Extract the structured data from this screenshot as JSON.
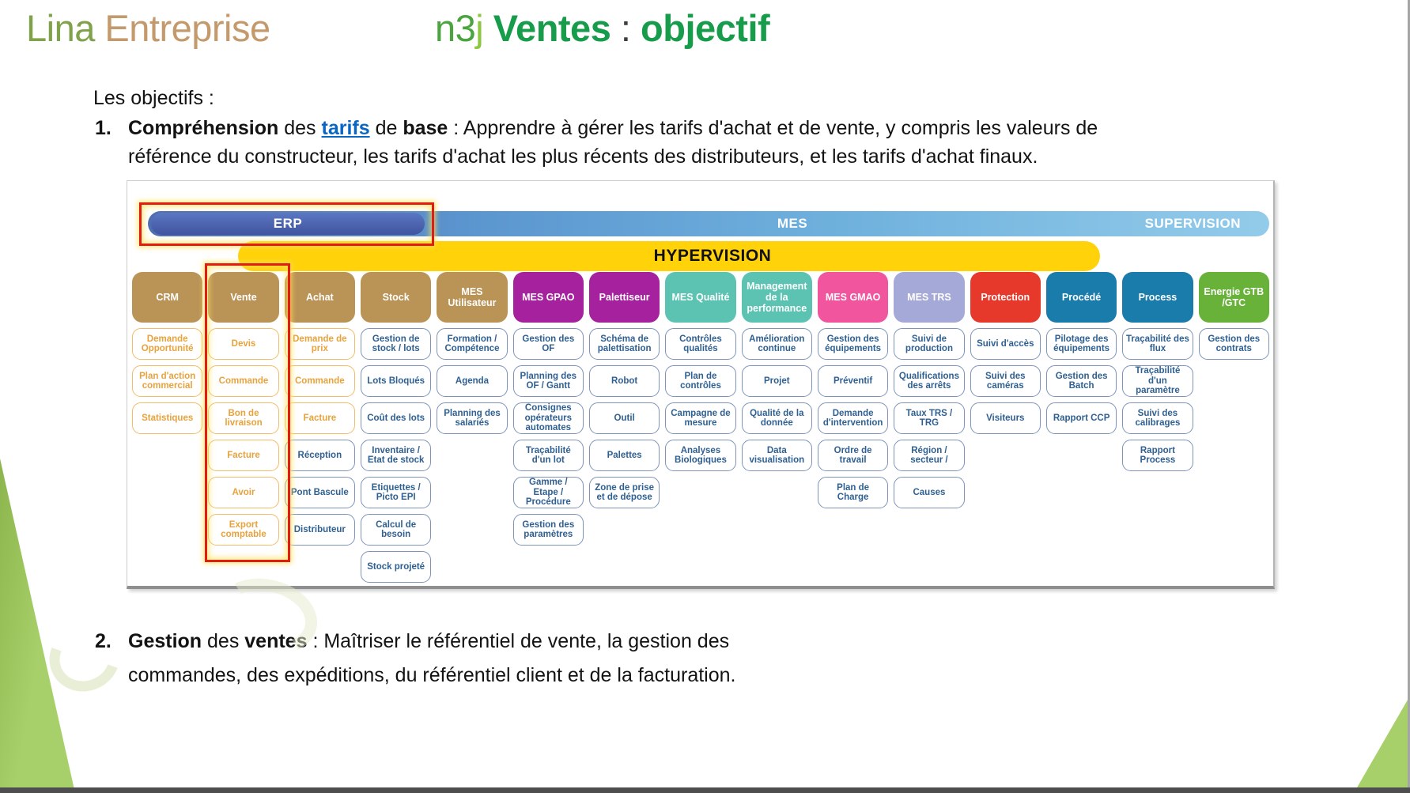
{
  "header": {
    "brand_segments": [
      {
        "text": "Lina ",
        "color": "#7fa24b"
      },
      {
        "text": "Entreprise",
        "color": "#c49a6c"
      }
    ],
    "title_segments": [
      {
        "text": "n3",
        "color": "#4aa53f"
      },
      {
        "text": "j",
        "color": "#8dc63f"
      },
      {
        "text": " ",
        "color": "#131313"
      },
      {
        "text": "Ventes",
        "color": "#169c4b",
        "bold": true
      },
      {
        "text": " : ",
        "color": "#3d3d3d"
      },
      {
        "text": "objectif",
        "color": "#169c4b",
        "bold": true
      }
    ]
  },
  "intro_label": "Les objectifs :",
  "objectives": [
    {
      "number": "1.",
      "segments": [
        {
          "text": "Compréhension",
          "bold": true
        },
        {
          "text": " des "
        },
        {
          "text": "tarifs",
          "link": true
        },
        {
          "text": " de "
        },
        {
          "text": "base",
          "bold": true
        },
        {
          "text": " : Apprendre à gérer les tarifs d'achat et de vente, y compris les valeurs de référence du constructeur, les tarifs d'achat les plus récents des distributeurs, et les tarifs d'achat finaux."
        }
      ]
    },
    {
      "number": "2.",
      "segments": [
        {
          "text": "Gestion",
          "bold": true
        },
        {
          "text": " des "
        },
        {
          "text": "ventes",
          "bold": true
        },
        {
          "text": " : Maîtriser le référentiel de vente, la gestion des commandes, des expéditions, du référentiel client et de la facturation."
        }
      ]
    }
  ],
  "diagram": {
    "levels": {
      "erp": "ERP",
      "mes": "MES",
      "supervision": "SUPERVISION"
    },
    "hypervision_label": "HYPERVISION",
    "highlight_color": "#e11c14",
    "hypervision_color": "#ffd20a",
    "columns": [
      {
        "label": "CRM",
        "color": "#ba9357",
        "items": [
          {
            "label": "Demande Opportunité",
            "variant": "orange"
          },
          {
            "label": "Plan d'action commercial",
            "variant": "orange"
          },
          {
            "label": "Statistiques",
            "variant": "orange"
          }
        ]
      },
      {
        "label": "Vente",
        "color": "#ba9357",
        "highlighted": true,
        "items": [
          {
            "label": "Devis",
            "variant": "orange"
          },
          {
            "label": "Commande",
            "variant": "orange"
          },
          {
            "label": "Bon de livraison",
            "variant": "orange"
          },
          {
            "label": "Facture",
            "variant": "orange"
          },
          {
            "label": "Avoir",
            "variant": "orange"
          },
          {
            "label": "Export comptable",
            "variant": "orange"
          }
        ]
      },
      {
        "label": "Achat",
        "color": "#ba9357",
        "items": [
          {
            "label": "Demande de prix",
            "variant": "orange"
          },
          {
            "label": "Commande",
            "variant": "orange"
          },
          {
            "label": "Facture",
            "variant": "orange"
          },
          {
            "label": "Réception",
            "variant": "blue"
          },
          {
            "label": "Pont Bascule",
            "variant": "blue"
          },
          {
            "label": "Distributeur",
            "variant": "blue"
          }
        ]
      },
      {
        "label": "Stock",
        "color": "#ba9357",
        "items": [
          {
            "label": "Gestion de stock / lots",
            "variant": "blue"
          },
          {
            "label": "Lots Bloqués",
            "variant": "blue"
          },
          {
            "label": "Coût des lots",
            "variant": "blue"
          },
          {
            "label": "Inventaire / Etat de stock",
            "variant": "blue"
          },
          {
            "label": "Etiquettes / Picto EPI",
            "variant": "blue"
          },
          {
            "label": "Calcul de besoin",
            "variant": "blue"
          },
          {
            "label": "Stock projeté",
            "variant": "blue"
          }
        ]
      },
      {
        "label": "MES Utilisateur",
        "color": "#ba9357",
        "items": [
          {
            "label": "Formation / Compétence",
            "variant": "blue"
          },
          {
            "label": "Agenda",
            "variant": "blue"
          },
          {
            "label": "Planning des salariés",
            "variant": "blue"
          }
        ]
      },
      {
        "label": "MES GPAO",
        "color": "#a6219e",
        "items": [
          {
            "label": "Gestion des OF",
            "variant": "blue"
          },
          {
            "label": "Planning des OF / Gantt",
            "variant": "blue"
          },
          {
            "label": "Consignes opérateurs automates",
            "variant": "blue"
          },
          {
            "label": "Traçabilité d'un lot",
            "variant": "blue"
          },
          {
            "label": "Gamme / Etape / Procédure",
            "variant": "blue"
          },
          {
            "label": "Gestion des paramètres",
            "variant": "blue"
          }
        ]
      },
      {
        "label": "Palettiseur",
        "color": "#a6219e",
        "items": [
          {
            "label": "Schéma de palettisation",
            "variant": "blue"
          },
          {
            "label": "Robot",
            "variant": "blue"
          },
          {
            "label": "Outil",
            "variant": "blue"
          },
          {
            "label": "Palettes",
            "variant": "blue"
          },
          {
            "label": "Zone de prise et de dépose",
            "variant": "blue"
          }
        ]
      },
      {
        "label": "MES Qualité",
        "color": "#5cc3b2",
        "items": [
          {
            "label": "Contrôles qualités",
            "variant": "blue"
          },
          {
            "label": "Plan de contrôles",
            "variant": "blue"
          },
          {
            "label": "Campagne de mesure",
            "variant": "blue"
          },
          {
            "label": "Analyses Biologiques",
            "variant": "blue"
          }
        ]
      },
      {
        "label": "Management de la performance",
        "color": "#5cc3b2",
        "items": [
          {
            "label": "Amélioration continue",
            "variant": "blue"
          },
          {
            "label": "Projet",
            "variant": "blue"
          },
          {
            "label": "Qualité de la donnée",
            "variant": "blue"
          },
          {
            "label": "Data visualisation",
            "variant": "blue"
          }
        ]
      },
      {
        "label": "MES GMAO",
        "color": "#f0559e",
        "items": [
          {
            "label": "Gestion des équipements",
            "variant": "blue"
          },
          {
            "label": "Préventif",
            "variant": "blue"
          },
          {
            "label": "Demande d'intervention",
            "variant": "blue"
          },
          {
            "label": "Ordre de travail",
            "variant": "blue"
          },
          {
            "label": "Plan de Charge",
            "variant": "blue"
          }
        ]
      },
      {
        "label": "MES TRS",
        "color": "#a5a9d7",
        "items": [
          {
            "label": "Suivi de production",
            "variant": "blue"
          },
          {
            "label": "Qualifications des arrêts",
            "variant": "blue"
          },
          {
            "label": "Taux TRS / TRG",
            "variant": "blue"
          },
          {
            "label": "Région / secteur /",
            "variant": "blue"
          },
          {
            "label": "Causes",
            "variant": "blue"
          }
        ]
      },
      {
        "label": "Protection",
        "color": "#e6392b",
        "items": [
          {
            "label": "Suivi d'accès",
            "variant": "blue"
          },
          {
            "label": "Suivi des caméras",
            "variant": "blue"
          },
          {
            "label": "Visiteurs",
            "variant": "blue"
          }
        ]
      },
      {
        "label": "Procédé",
        "color": "#1a7cab",
        "items": [
          {
            "label": "Pilotage des équipements",
            "variant": "blue"
          },
          {
            "label": "Gestion des Batch",
            "variant": "blue"
          },
          {
            "label": "Rapport CCP",
            "variant": "blue"
          }
        ]
      },
      {
        "label": "Process",
        "color": "#1a7cab",
        "items": [
          {
            "label": "Traçabilité des flux",
            "variant": "blue"
          },
          {
            "label": "Traçabilité d'un paramètre",
            "variant": "blue"
          },
          {
            "label": "Suivi des calibrages",
            "variant": "blue"
          },
          {
            "label": "Rapport Process",
            "variant": "blue"
          }
        ]
      },
      {
        "label": "Energie GTB /GTC",
        "color": "#68b23a",
        "items": [
          {
            "label": "Gestion des contrats",
            "variant": "blue"
          }
        ]
      }
    ]
  }
}
